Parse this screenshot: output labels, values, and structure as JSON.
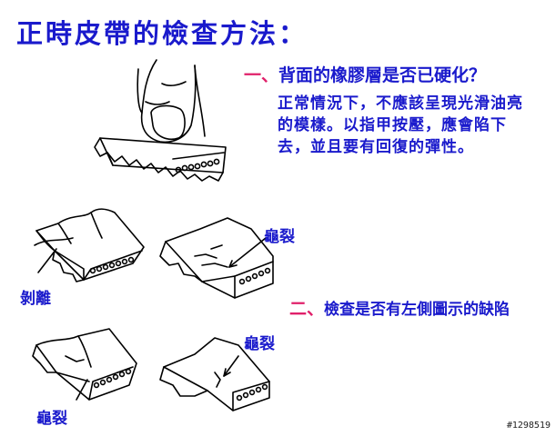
{
  "title": "正時皮帶的檢查方法：",
  "section1": {
    "number": "一、",
    "heading": "背面的橡膠層是否已硬化？",
    "body": "正常情況下，不應該呈現光滑油亮的模樣。以指甲按壓，應會陷下去，並且要有回復的彈性。"
  },
  "section2": {
    "number": "二、",
    "heading": "檢查是否有左側圖示的缺陷"
  },
  "labels": {
    "peel": "剝離",
    "crack_top": "龜裂",
    "crack_right": "龜裂",
    "crack_bottom": "龜裂"
  },
  "watermark": "#1298519",
  "colors": {
    "title": "#1a1acc",
    "numbering": "#e0206a",
    "text": "#1a1acc"
  }
}
